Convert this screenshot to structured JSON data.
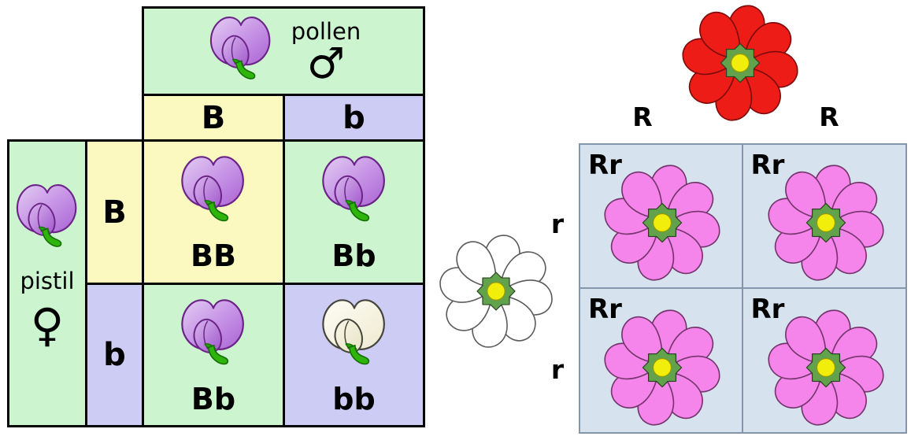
{
  "title": "Punnett square flower color crosses",
  "colors": {
    "green": "#cbf4cf",
    "yellow": "#fbf9bf",
    "lavender": "#cdccf4",
    "blue_cell": "#d6e3ef",
    "blue_border": "#8396ab",
    "red_petal": "#ee1c16",
    "pink_petal": "#f585ea",
    "sepal_green": "#63a24c",
    "center_yellow": "#f2ee0b",
    "pea_purple": "#bb7fdf",
    "pea_cream": "#f5f2dd"
  },
  "left_square": {
    "pollen_label": "pollen",
    "male_symbol": "♂",
    "pistil_label": "pistil",
    "female_symbol": "♀",
    "col_headers": [
      "B",
      "b"
    ],
    "row_headers": [
      "B",
      "b"
    ],
    "cells": [
      {
        "genotype": "BB",
        "phenotype": "purple-sweet-pea",
        "bg": "yellow"
      },
      {
        "genotype": "Bb",
        "phenotype": "purple-sweet-pea",
        "bg": "green"
      },
      {
        "genotype": "Bb",
        "phenotype": "purple-sweet-pea",
        "bg": "green"
      },
      {
        "genotype": "bb",
        "phenotype": "white-sweet-pea",
        "bg": "lavender"
      }
    ]
  },
  "right_square": {
    "col_headers": [
      "R",
      "R"
    ],
    "row_headers": [
      "r",
      "r"
    ],
    "top_parent": "red-flower",
    "left_parent": "white-flower",
    "cells": [
      {
        "genotype": "Rr",
        "phenotype": "pink-flower"
      },
      {
        "genotype": "Rr",
        "phenotype": "pink-flower"
      },
      {
        "genotype": "Rr",
        "phenotype": "pink-flower"
      },
      {
        "genotype": "Rr",
        "phenotype": "pink-flower"
      }
    ]
  }
}
